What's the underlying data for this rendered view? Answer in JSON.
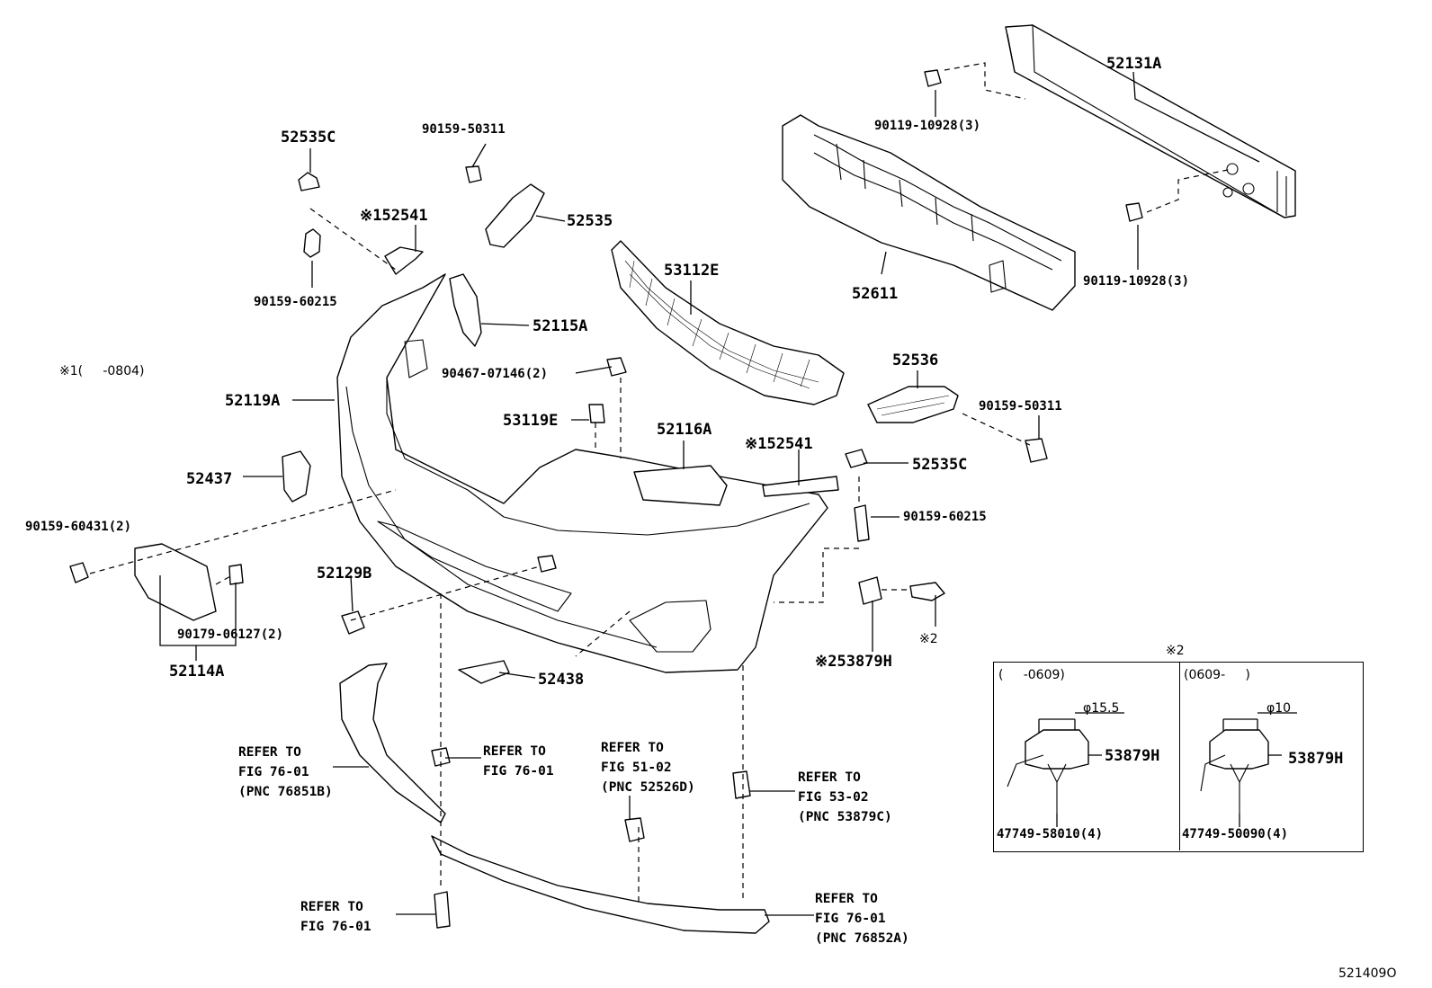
{
  "labels": {
    "p52131A": "52131A",
    "p90119_10928_top": "90119-10928(3)",
    "p90119_10928_bot": "90119-10928(3)",
    "p52611": "52611",
    "p52535C_top": "52535C",
    "p90159_50311_top": "90159-50311",
    "p52535": "52535",
    "p52541_top": "※152541",
    "p90159_60215_left": "90159-60215",
    "p52115A": "52115A",
    "p53112E": "53112E",
    "p52536": "52536",
    "p90159_50311_right": "90159-50311",
    "note1": "※1(     -0804)",
    "p52119A": "52119A",
    "p90467": "90467-07146(2)",
    "p53119E": "53119E",
    "p52116A": "52116A",
    "p52541_right": "※152541",
    "p52535C_right": "52535C",
    "p90159_60215_right": "90159-60215",
    "p52437": "52437",
    "p90159_60431": "90159-60431(2)",
    "p52129B": "52129B",
    "p90179_06127": "90179-06127(2)",
    "p52114A": "52114A",
    "p53879H_main": "※253879H",
    "p_note2_marker": "※2",
    "p52438": "52438",
    "ref_a": "REFER TO\nFIG 76-01\n(PNC 76851B)",
    "ref_b": "REFER TO\nFIG 76-01",
    "ref_c": "REFER TO\nFIG 51-02\n(PNC 52526D)",
    "ref_d": "REFER TO\nFIG 53-02\n(PNC 53879C)",
    "ref_e": "REFER TO\nFIG 76-01",
    "ref_f": "REFER TO\nFIG 76-01\n(PNC 76852A)",
    "figure_code": "521409O"
  },
  "inset": {
    "title": "※2",
    "left_range": "(     -0609)",
    "right_range": "(0609-     )",
    "left_dia": "φ15.5",
    "right_dia": "φ10",
    "left_part": "53879H",
    "right_part": "53879H",
    "left_clip": "47749-58010(4)",
    "right_clip": "47749-50090(4)"
  }
}
